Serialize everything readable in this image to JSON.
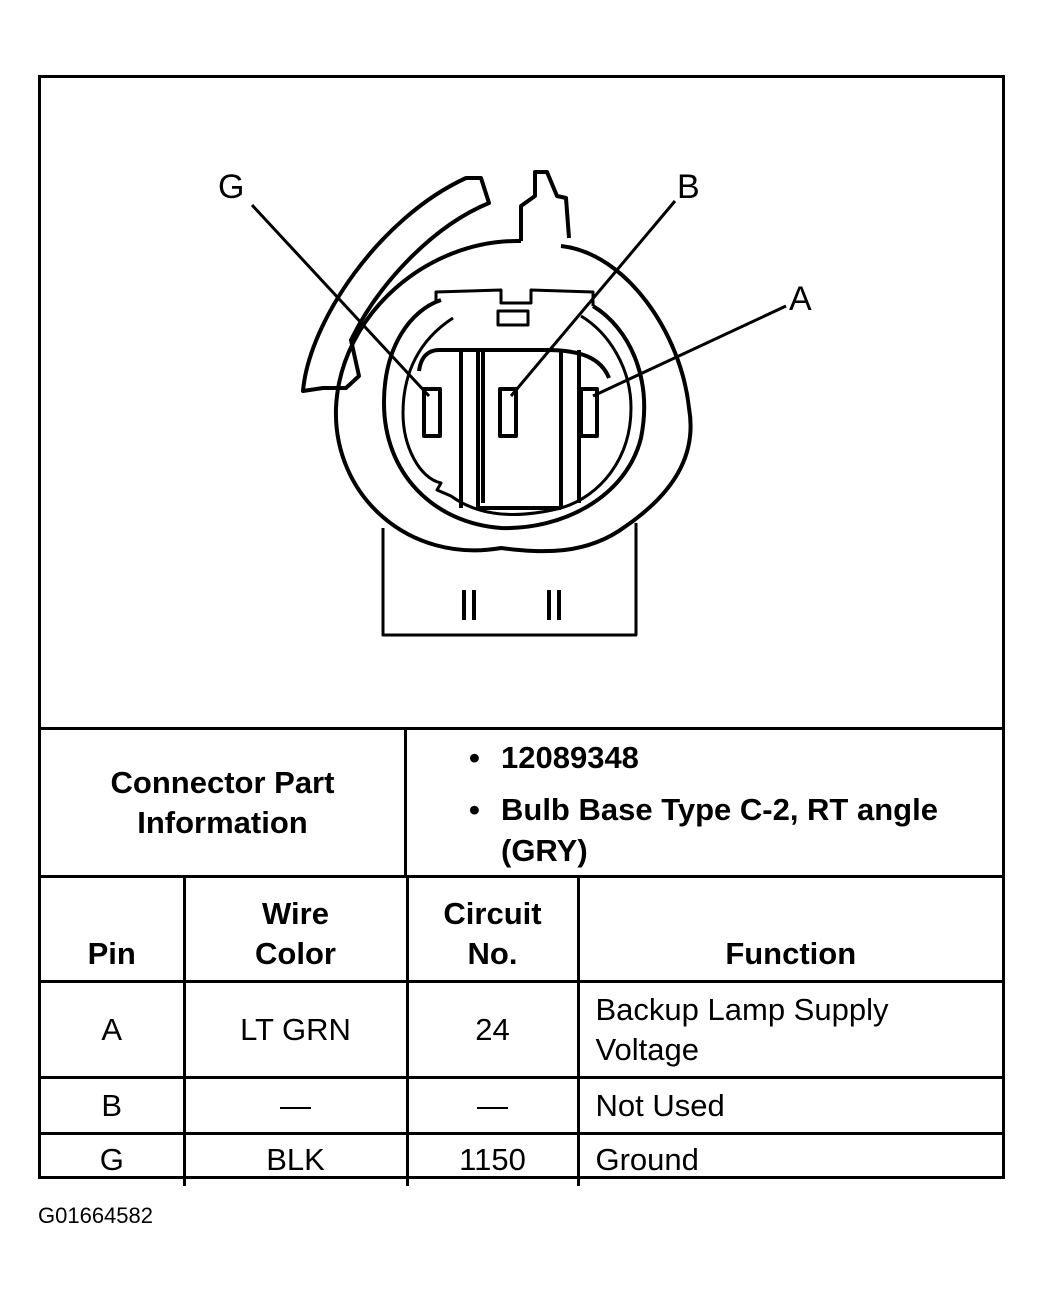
{
  "diagram": {
    "pin_labels": [
      "G",
      "B",
      "A"
    ]
  },
  "connector_info": {
    "label": "Connector Part Information",
    "bullets": [
      "12089348",
      "Bulb Base Type C-2, RT angle (GRY)"
    ]
  },
  "pin_table": {
    "headers": {
      "pin": "Pin",
      "wire_color": "Wire Color",
      "circuit_no": "Circuit No.",
      "function": "Function"
    },
    "rows": [
      {
        "pin": "A",
        "wire_color": "LT GRN",
        "circuit_no": "24",
        "function": "Backup Lamp Supply Voltage"
      },
      {
        "pin": "B",
        "wire_color": "—",
        "circuit_no": "—",
        "function": "Not Used"
      },
      {
        "pin": "G",
        "wire_color": "BLK",
        "circuit_no": "1150",
        "function": "Ground"
      }
    ]
  },
  "reference_code": "G01664582"
}
